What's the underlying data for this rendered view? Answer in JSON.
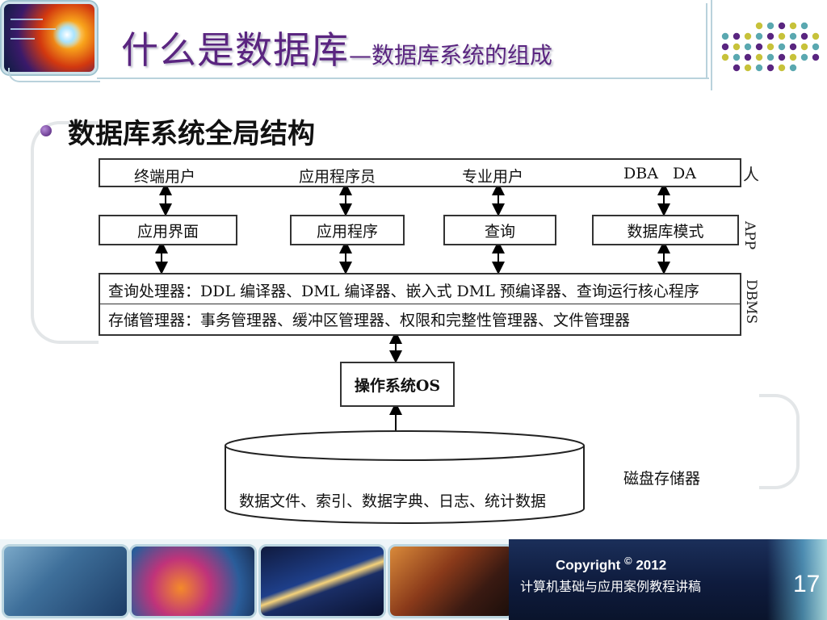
{
  "header": {
    "title_main": "什么是数据库",
    "title_sub": "—数据库系统的组成"
  },
  "bullet": {
    "text": "数据库系统全局结构"
  },
  "diagram": {
    "users": {
      "labels": [
        "终端用户",
        "应用程序员",
        "专业用户",
        "DBA   DA"
      ],
      "side_label": "人"
    },
    "apps": {
      "labels": [
        "应用界面",
        "应用程序",
        "查询",
        "数据库模式"
      ],
      "side_label": "APP"
    },
    "dbms": {
      "line1": "查询处理器：DDL 编译器、DML 编译器、嵌入式 DML 预编译器、查询运行核心程序",
      "line2": "存储管理器：事务管理器、缓冲区管理器、权限和完整性管理器、文件管理器",
      "side_label": "DBMS"
    },
    "os": {
      "label": "操作系统OS"
    },
    "disk": {
      "content": "数据文件、索引、数据字典、日志、统计数据",
      "label": "磁盘存储器"
    }
  },
  "footer": {
    "copyright_text": "Copyright",
    "copyright_symbol": "©",
    "copyright_year": "2012",
    "course": "计算机基础与应用案例教程讲稿",
    "page_number": "17"
  },
  "colors": {
    "title": "#5a2580",
    "dots_a": "#c7c23a",
    "dots_b": "#5aa8b0",
    "dots_c": "#5a2580",
    "footer_panel": "#0e1b3d"
  }
}
